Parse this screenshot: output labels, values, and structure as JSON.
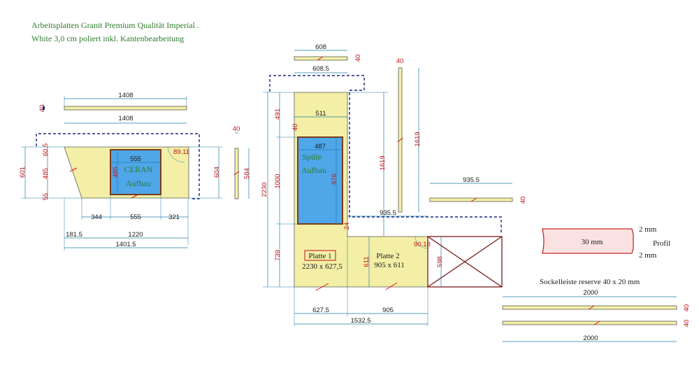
{
  "header": {
    "line1": "Arbeitsplatten Granit Premium Qualität Imperial .",
    "line2": "White 3,0 cm poliert inkl. Kantenbearbeitung"
  },
  "left_group": {
    "strip_top": {
      "len": "1408",
      "thick": "40"
    },
    "main_width": "1408",
    "cooktop_width": "555",
    "cooktop_height": "485",
    "cooktop_label1": "CERAN",
    "cooktop_label2": "Aufbau",
    "angle": "89.11",
    "height_left": "601",
    "offset_top": "60.5",
    "offset_bottom": "55",
    "height_right": "604",
    "side_strip": {
      "len": "584",
      "thick": "40"
    },
    "bottom_dims": [
      "344",
      "555",
      "321"
    ],
    "dim_181": "181.5",
    "dim_1220": "1220",
    "dim_1401": "1401.5"
  },
  "center_group": {
    "top_strip": {
      "len": "608",
      "thick": "40"
    },
    "dim_608_5": "608.5",
    "dim_511": "511",
    "dim_40": "40",
    "sink_width": "487",
    "sink_height": "976",
    "sink_label1": "Spüle",
    "sink_label2": "Aufbau",
    "dim_491": "491",
    "dim_1000": "1000",
    "dim_2230": "2230",
    "dim_739": "739",
    "dim_1619": "1619",
    "dim_24": "24",
    "dim_935_5": "935.5",
    "plate1_name": "Platte 1",
    "plate1_size": "2230 x 627,5",
    "plate2_name": "Platte 2",
    "plate2_size": "905 x 611",
    "dim_611": "611",
    "angle2": "90.18",
    "dim_598": "598",
    "bottom_627": "627.5",
    "bottom_905": "905",
    "bottom_total": "1532.5"
  },
  "right_strips": {
    "vertical": {
      "len": "1619",
      "thick": "40"
    },
    "horizontal": {
      "len": "935.5",
      "thick": "40"
    }
  },
  "profile": {
    "thickness": "30 mm",
    "top": "2 mm",
    "label": "Profil",
    "bottom": "2 mm"
  },
  "sockel": {
    "title": "Sockelleiste reserve 40 x 20 mm",
    "strip1": {
      "len": "2000",
      "thick": "40"
    },
    "strip2": {
      "len": "2000",
      "thick": "40"
    }
  },
  "colors": {
    "slab": "#f3efa6",
    "cutout": "#4fa6e8",
    "dimension": "#1f7fa8",
    "wall_dashed": "#1a237e",
    "text_green": "#2e7d2e",
    "seam": "#dd1111"
  }
}
